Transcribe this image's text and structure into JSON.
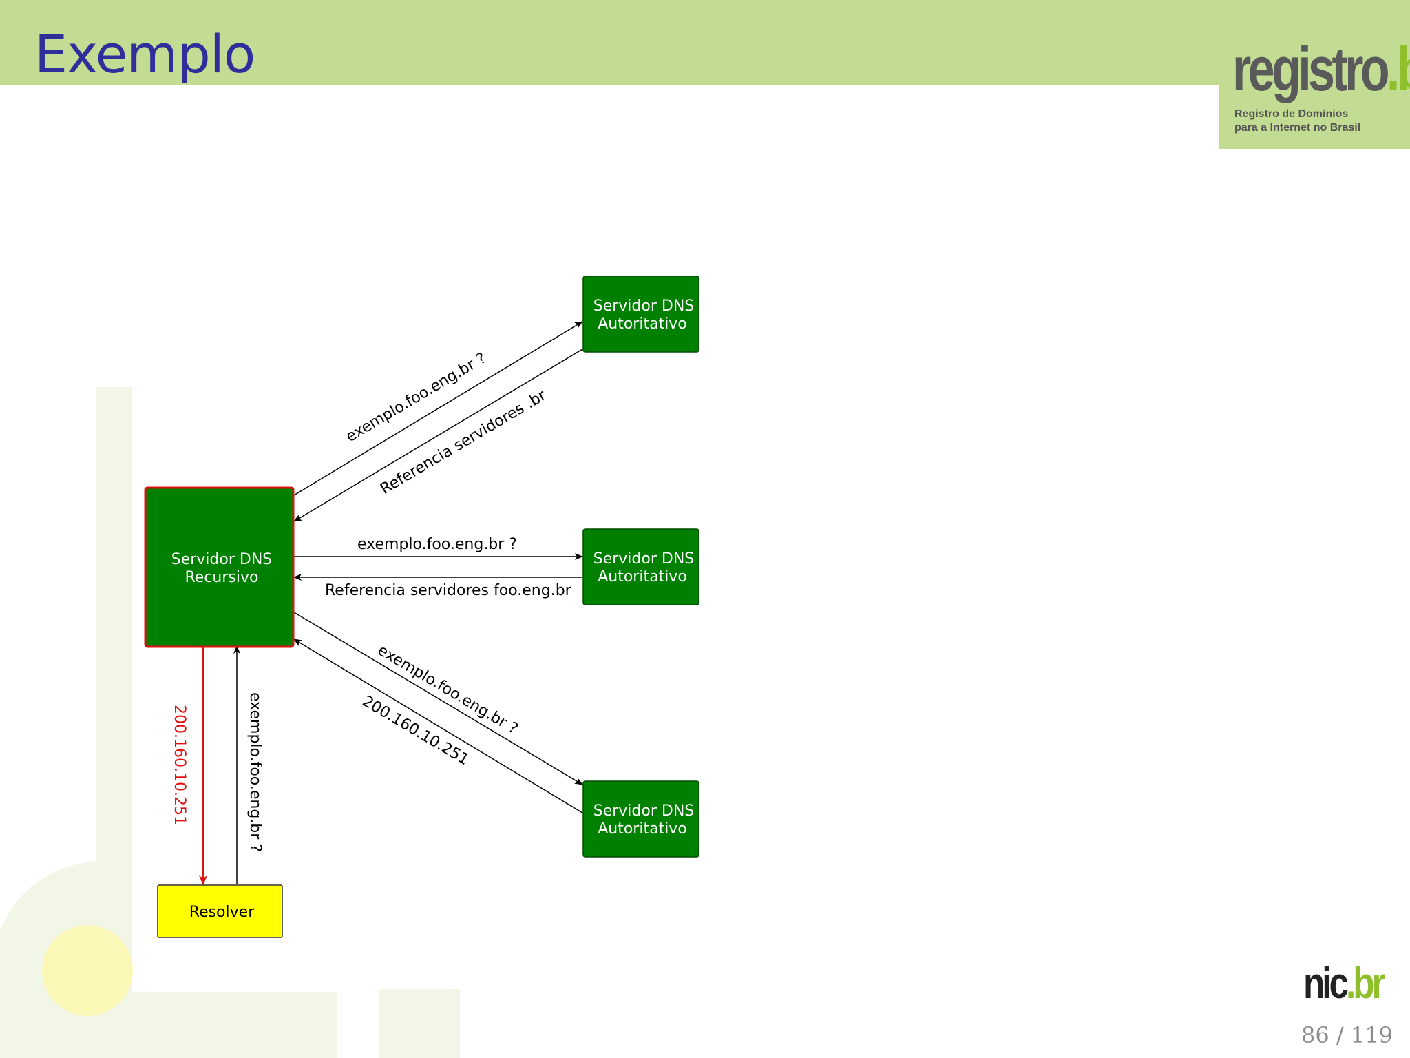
{
  "slide": {
    "title": "Exemplo",
    "page_number": "86 / 119"
  },
  "logos": {
    "registro": {
      "word": "registro",
      "dot": ".",
      "tld": "br",
      "sub_line1": "Registro de Domínios",
      "sub_line2": "para a Internet no Brasil"
    },
    "nic": {
      "word": "nic",
      "dot": ".",
      "tld": "br"
    }
  },
  "diagram": {
    "nodes": {
      "recursive": {
        "line1": "Servidor DNS",
        "line2": "Recursivo"
      },
      "auth_top": {
        "line1": "Servidor DNS",
        "line2": "Autoritativo"
      },
      "auth_mid": {
        "line1": "Servidor DNS",
        "line2": "Autoritativo"
      },
      "auth_bottom": {
        "line1": "Servidor DNS",
        "line2": "Autoritativo"
      },
      "resolver": {
        "label": "Resolver"
      }
    },
    "edges": {
      "query_top": "exemplo.foo.eng.br ?",
      "reply_top": "Referencia servidores .br",
      "query_mid": "exemplo.foo.eng.br ?",
      "reply_mid": "Referencia servidores foo.eng.br",
      "query_bottom": "exemplo.foo.eng.br ?",
      "reply_bottom": "200.160.10.251",
      "resolver_query": "exemplo.foo.eng.br ?",
      "resolver_answer": "200.160.10.251"
    }
  },
  "colors": {
    "header_green": "#c2dc93",
    "node_green": "#008000",
    "resolver_yellow": "#ffff00",
    "highlight_red": "#e01010",
    "title_blue": "#2f2f9c"
  }
}
